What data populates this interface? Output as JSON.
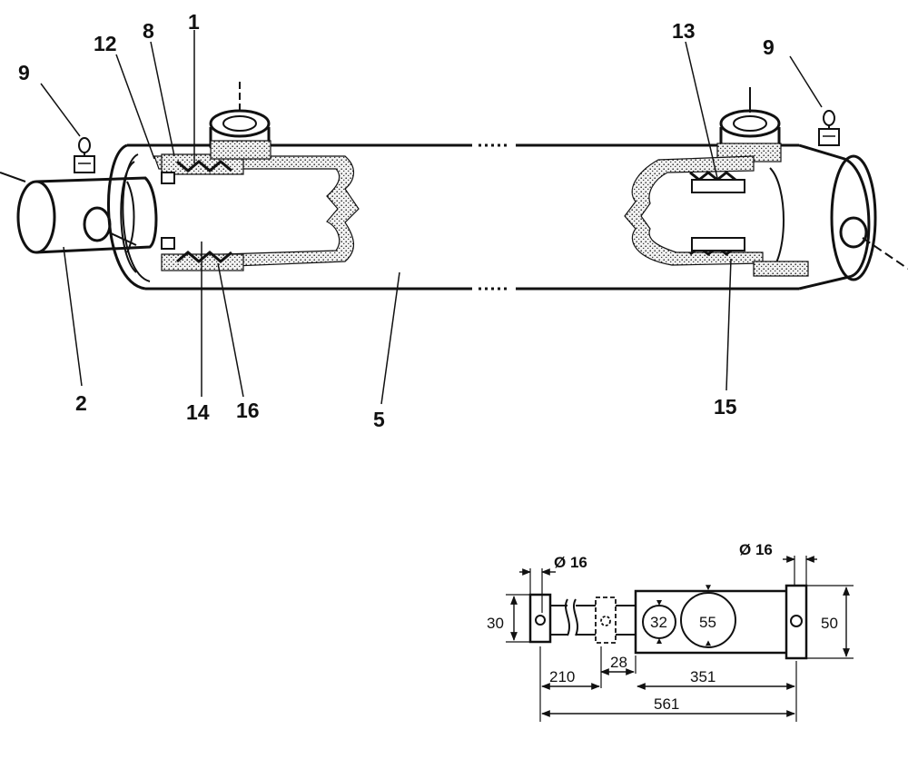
{
  "callouts": {
    "c1": "1",
    "c2": "2",
    "c5": "5",
    "c8": "8",
    "c9_left": "9",
    "c9_right": "9",
    "c12": "12",
    "c13": "13",
    "c14": "14",
    "c15": "15",
    "c16": "16"
  },
  "dimensions": {
    "pin_left": "Ø 16",
    "pin_right": "Ø 16",
    "height_left": "30",
    "height_right": "50",
    "rod_diameter": "32",
    "bore_diameter": "55",
    "rod_length": "210",
    "offset": "28",
    "body_length": "351",
    "total_length": "561"
  }
}
